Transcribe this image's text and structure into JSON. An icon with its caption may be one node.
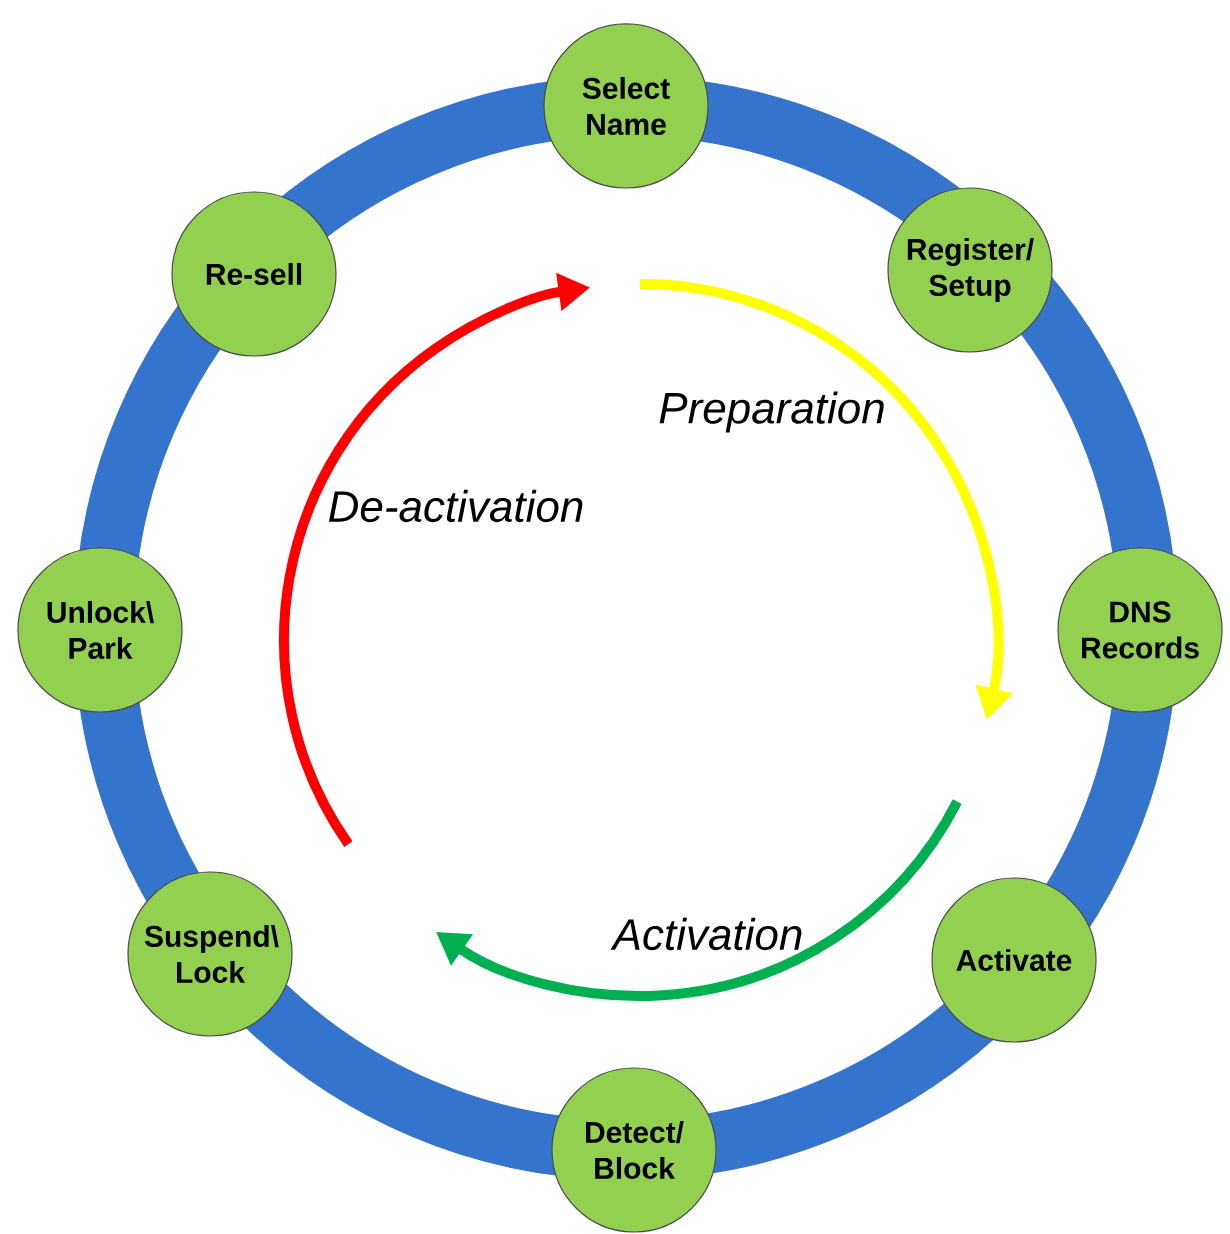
{
  "diagram": {
    "nodes": [
      {
        "text": [
          "Select Name"
        ]
      },
      {
        "text": [
          "Register/ Setup"
        ]
      },
      {
        "text": [
          "DNS Records"
        ]
      },
      {
        "text": [
          "Activate"
        ]
      },
      {
        "text": [
          "Detect/ Block"
        ]
      },
      {
        "text": [
          "Suspend\\ Lock"
        ]
      },
      {
        "text": [
          "Unlock\\ Park"
        ]
      },
      {
        "text": [
          "Re-sell"
        ]
      }
    ],
    "labels": [
      "Preparation",
      "Activation",
      "De-activation"
    ]
  }
}
